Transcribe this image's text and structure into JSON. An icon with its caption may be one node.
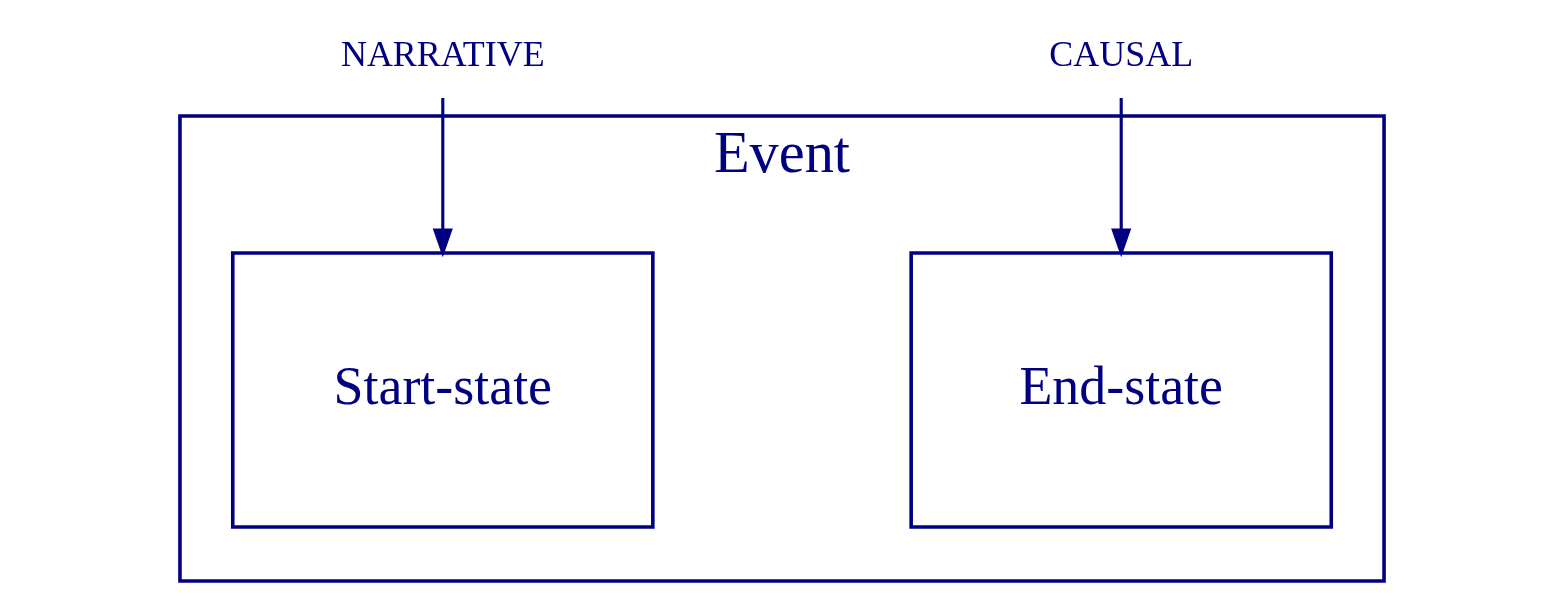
{
  "diagram": {
    "nodes": [
      {
        "text": [
          "NARRATIVE"
        ]
      },
      {
        "text": [
          "CAUSAL"
        ]
      },
      {
        "text": [
          "Event"
        ]
      },
      {
        "text": [
          "Start-state"
        ],
        "in": 2
      },
      {
        "text": [
          "End-state"
        ],
        "in": 2
      }
    ],
    "edges": [
      {
        "from": 0,
        "to": 3,
        "arrow": "to"
      },
      {
        "from": 1,
        "to": 4,
        "arrow": "to"
      }
    ]
  }
}
